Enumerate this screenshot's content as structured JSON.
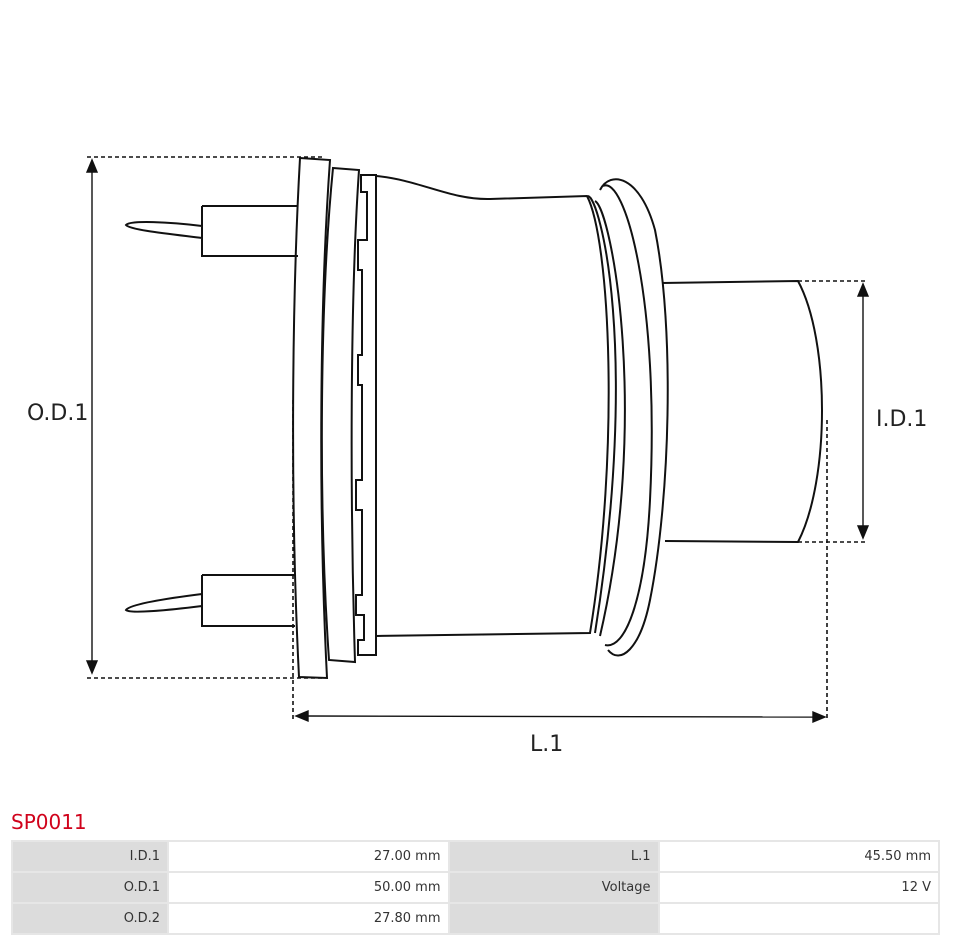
{
  "diagram": {
    "labels": {
      "od1": "O.D.1",
      "id1": "I.D.1",
      "l1": "L.1"
    }
  },
  "product": {
    "code": "SP0011",
    "accent_color": "#d0021b"
  },
  "specs": [
    {
      "label": "I.D.1",
      "value": "27.00 mm",
      "label2": "L.1",
      "value2": "45.50 mm"
    },
    {
      "label": "O.D.1",
      "value": "50.00 mm",
      "label2": "Voltage",
      "value2": "12 V"
    },
    {
      "label": "O.D.2",
      "value": "27.80 mm",
      "label2": "",
      "value2": ""
    }
  ]
}
